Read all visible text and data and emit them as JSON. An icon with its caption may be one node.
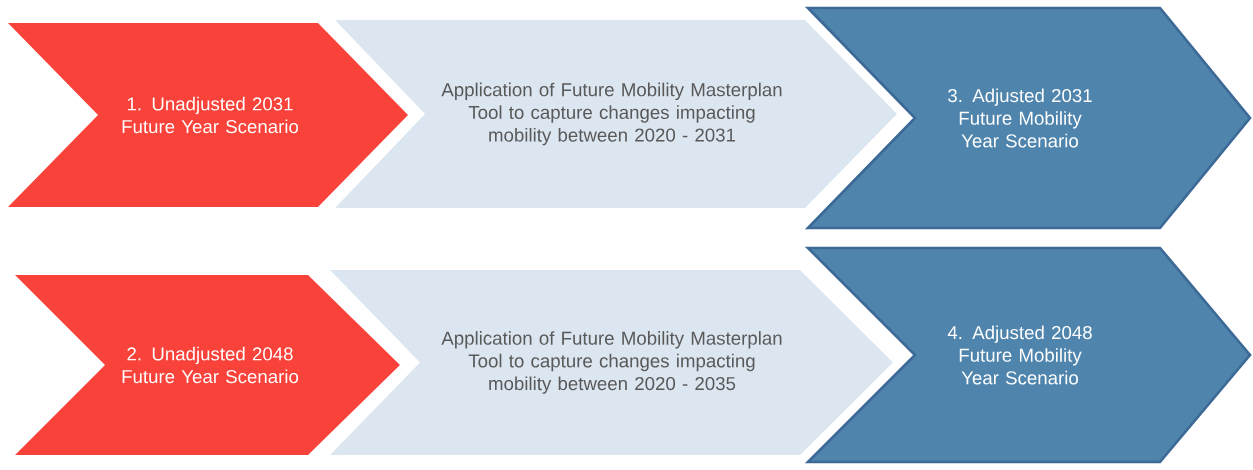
{
  "diagram": {
    "nodes": [
      {
        "text": [
          "1. Unadjusted 2031 Future Year Scenario"
        ]
      },
      {
        "text": [
          "Application of Future Mobility Masterplan Tool to capture changes impacting mobility between 2020 - 2031"
        ]
      },
      {
        "text": [
          "3. Adjusted 2031 Future Mobility Year Scenario"
        ]
      },
      {
        "text": [
          "2. Unadjusted 2048 Future Year Scenario"
        ]
      },
      {
        "text": [
          "Application of Future Mobility Masterplan Tool to capture changes impacting mobility between 2020 - 2035"
        ]
      },
      {
        "text": [
          "4. Adjusted 2048 Future Mobility Year Scenario"
        ]
      }
    ]
  }
}
